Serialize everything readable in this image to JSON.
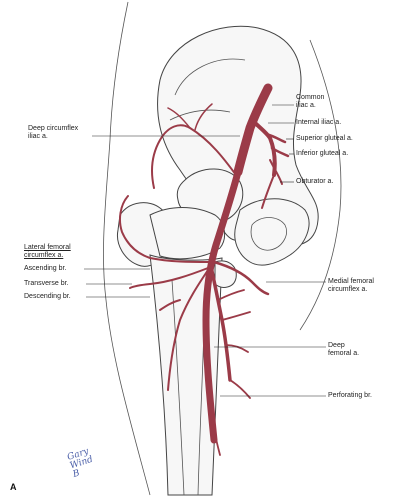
{
  "figure": {
    "panel_label": "A",
    "signature": "Gary\nWind\nB",
    "colors": {
      "artery": "#c45a68",
      "artery_dark": "#6e2430",
      "bone_outline": "#444444",
      "leader": "#222222"
    }
  },
  "labels": {
    "common_iliac": [
      "Common",
      "iliac a."
    ],
    "internal_iliac": "Internal iliac a.",
    "superior_gluteal": "Superior gluteal a.",
    "inferior_gluteal": "Inferior gluteal a.",
    "obturator": "Obturator a.",
    "deep_circumflex_iliac": [
      "Deep circumflex",
      "iliac a."
    ],
    "lateral_femoral_circumflex": [
      "Lateral femoral",
      "circumflex a."
    ],
    "ascending_br": "Ascending br.",
    "transverse_br": "Transverse br.",
    "descending_br": "Descending br.",
    "medial_femoral_circumflex": [
      "Medial femoral",
      "circumflex a."
    ],
    "deep_femoral": [
      "Deep",
      "femoral a."
    ],
    "perforating_br": "Perforating br."
  }
}
